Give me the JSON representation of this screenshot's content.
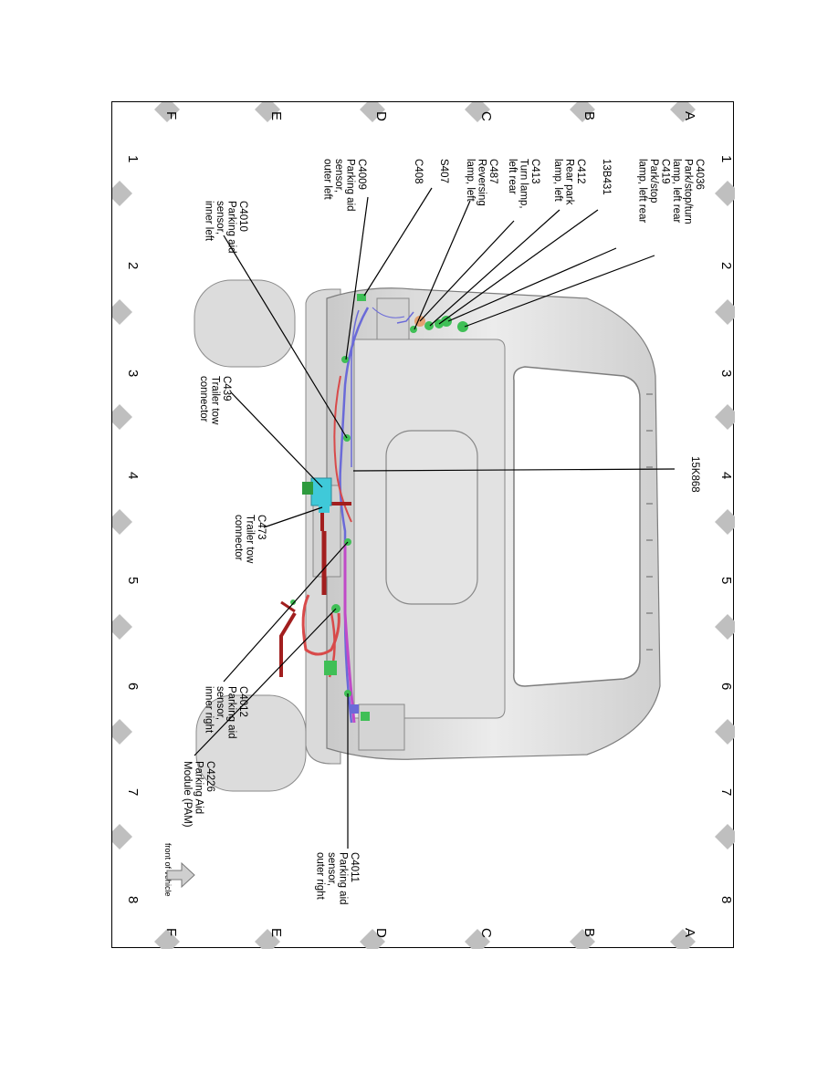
{
  "grid": {
    "letters_top": [
      "A",
      "B",
      "C",
      "D",
      "E",
      "F"
    ],
    "letters_bottom": [
      "A",
      "B",
      "C",
      "D",
      "E",
      "F"
    ],
    "numbers_right": [
      "1",
      "2",
      "3",
      "4",
      "5",
      "6",
      "7",
      "8"
    ],
    "numbers_left": [
      "1",
      "2",
      "3",
      "4",
      "5",
      "6",
      "7",
      "8"
    ]
  },
  "labels": {
    "c4036": [
      "C4036",
      "Park/stop/turn",
      "lamp, left rear",
      "C419",
      "Park/stop",
      "lamp, left rear"
    ],
    "k13b431": [
      "13B431"
    ],
    "c412": [
      "C412",
      "Rear park",
      "lamp, left"
    ],
    "c413": [
      "C413",
      "Turn lamp,",
      "left rear"
    ],
    "c487": [
      "C487",
      "Reversing",
      "lamp, left"
    ],
    "s407": [
      "S407"
    ],
    "c408": [
      "C408"
    ],
    "c4009": [
      "C4009",
      "Parking aid",
      "sensor,",
      "outer left"
    ],
    "c4010": [
      "C4010",
      "Parking aid",
      "sensor,",
      "inner left"
    ],
    "c439": [
      "C439",
      "Trailer tow",
      "connector"
    ],
    "k15k868": [
      "15K868"
    ],
    "c473": [
      "C473",
      "Trailer tow",
      "connector"
    ],
    "c4012": [
      "C4012",
      "Parking aid",
      "sensor,",
      "inner right"
    ],
    "c4226": [
      "C4226",
      "Parking Aid",
      "Module (PAM)"
    ],
    "c4011": [
      "C4011",
      "Parking aid",
      "sensor,",
      "outer right"
    ],
    "front": [
      "front of vehicle"
    ]
  },
  "colors": {
    "body": "#e6e6e6",
    "wire_blue": "#6a6ad8",
    "wire_red": "#d84a4a",
    "wire_darkred": "#a21e1e",
    "wire_magenta": "#c04ac8",
    "connector_green": "#3fbf56",
    "connector_cyan": "#3fc9d9",
    "diamond": "#bfbfbf"
  }
}
